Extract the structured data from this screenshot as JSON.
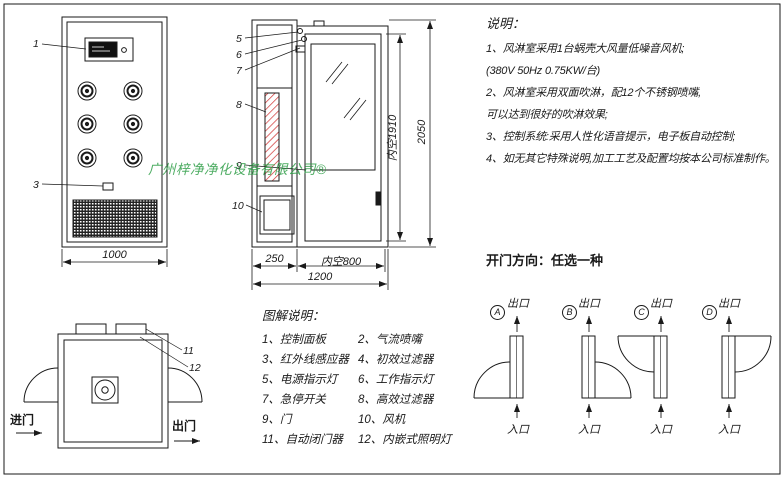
{
  "company_watermark": "广州梓净净化设备有限公司®",
  "notes": {
    "title": "说明：",
    "lines": [
      "1、风淋室采用1台蜗壳大风量低噪音风机;",
      "(380V  50Hz  0.75KW/台)",
      "2、风淋室采用双面吹淋，配12个不锈钢喷嘴,",
      "可以达到很好的吹淋效果;",
      "3、控制系统:采用人性化语音提示，电子板自动控制;",
      "4、如无其它特殊说明,加工工艺及配置均按本公司标准制作。"
    ]
  },
  "door_direction": {
    "title": "开门方向：任选一种",
    "options": [
      {
        "letter": "A",
        "exit": "出口",
        "entry": "入口"
      },
      {
        "letter": "B",
        "exit": "出口",
        "entry": "入口"
      },
      {
        "letter": "C",
        "exit": "出口",
        "entry": "入口"
      },
      {
        "letter": "D",
        "exit": "出口",
        "entry": "入口"
      }
    ]
  },
  "legend": {
    "title": "图解说明：",
    "rows": [
      {
        "left": "1、控制面板",
        "right": "2、气流喷嘴"
      },
      {
        "left": "3、红外线感应器",
        "right": "4、初效过滤器"
      },
      {
        "left": "5、电源指示灯",
        "right": "6、工作指示灯"
      },
      {
        "left": "7、急停开关",
        "right": "8、高效过滤器"
      },
      {
        "left": "9、门",
        "right": "10、风机"
      },
      {
        "left": "11、自动闭门器",
        "right": "12、内嵌式照明灯"
      }
    ]
  },
  "dimensions": {
    "front_width": "1000",
    "side_depth": "250",
    "inner_width": "内空800",
    "total_width": "1200",
    "inner_height": "内空1910",
    "total_height": "2050"
  },
  "top_view": {
    "entry": "进门",
    "exit": "出门"
  },
  "callouts": {
    "c1": "1",
    "c3": "3",
    "c5": "5",
    "c6": "6",
    "c7": "7",
    "c8": "8",
    "c9": "9",
    "c10": "10",
    "c11": "11",
    "c12": "12"
  }
}
